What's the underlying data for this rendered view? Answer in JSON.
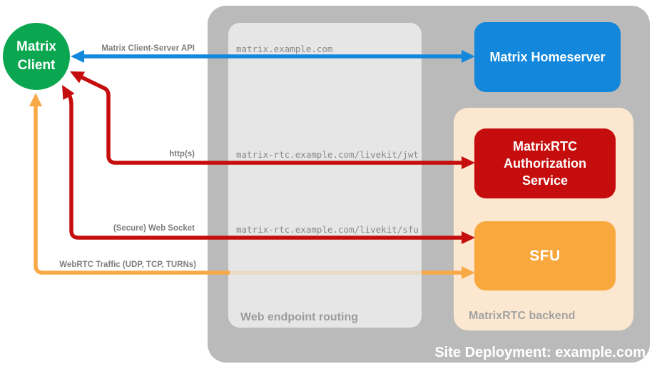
{
  "title": "Site Deployment: example.com",
  "nodes": {
    "client": {
      "lines": [
        "Matrix",
        "Client"
      ],
      "color": "#0ba750"
    },
    "homeserver": {
      "label": "Matrix Homeserver",
      "color": "#1287db"
    },
    "auth_service": {
      "lines": [
        "MatrixRTC",
        "Authorization",
        "Service"
      ],
      "color": "#c60d0d"
    },
    "sfu": {
      "label": "SFU",
      "color": "#f9a83e"
    }
  },
  "groups": {
    "web_routing": {
      "label": "Web endpoint routing"
    },
    "rtc_backend": {
      "label": "MatrixRTC backend"
    }
  },
  "endpoints": [
    "matrix.example.com",
    "matrix-rtc.example.com/livekit/jwt",
    "matrix-rtc.example.com/livekit/sfu"
  ],
  "connections": [
    {
      "name": "client-server-api",
      "label": "Matrix Client-Server API",
      "color": "#1287db",
      "bidirectional": true
    },
    {
      "name": "https",
      "label": "http(s)",
      "color": "#c60d0d",
      "bidirectional": true
    },
    {
      "name": "secure-web-socket",
      "label": "(Secure) Web Socket",
      "color": "#c60d0d",
      "bidirectional": true
    },
    {
      "name": "webrtc-traffic",
      "label": "WebRTC Traffic (UDP, TCP, TURNs)",
      "color": "#f8a947",
      "bidirectional": true
    }
  ],
  "colors": {
    "background": "#ffffff",
    "site_container": "#bababa",
    "web_routing_box": "#e6e6e6",
    "backend_box": "#fce8d1",
    "webrtc_faded": "#e9dac6",
    "endpoint_text": "#8a8a8a",
    "connection_label_text": "#7e7e7e",
    "group_label_text": "#9c9c9c",
    "title_text": "#ffffff"
  }
}
